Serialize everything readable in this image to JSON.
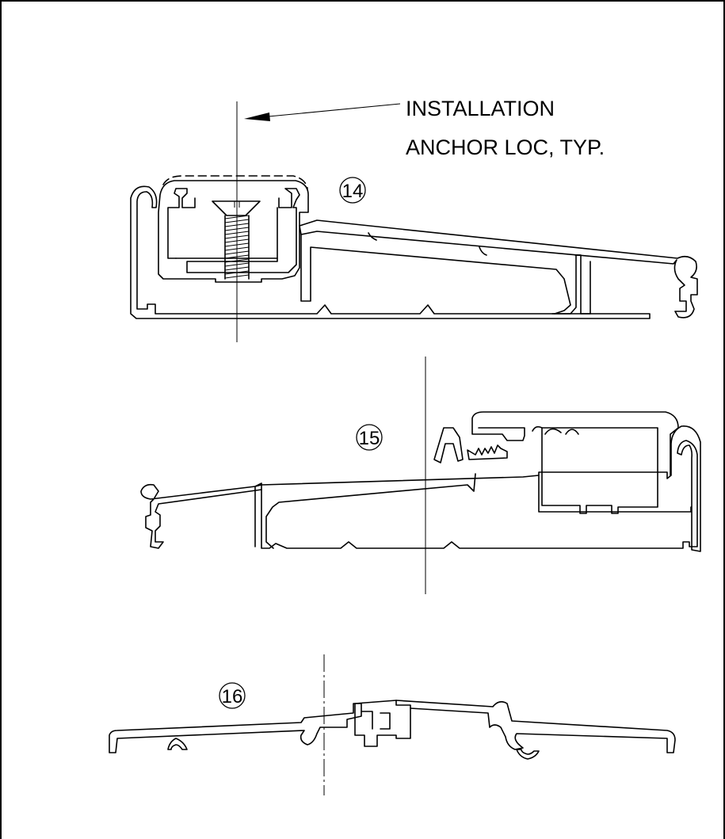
{
  "drawing": {
    "callout": {
      "line1": "INSTALLATION",
      "line2": "ANCHOR LOC, TYP."
    },
    "details": [
      {
        "tag": "14"
      },
      {
        "tag": "15"
      },
      {
        "tag": "16"
      }
    ]
  }
}
